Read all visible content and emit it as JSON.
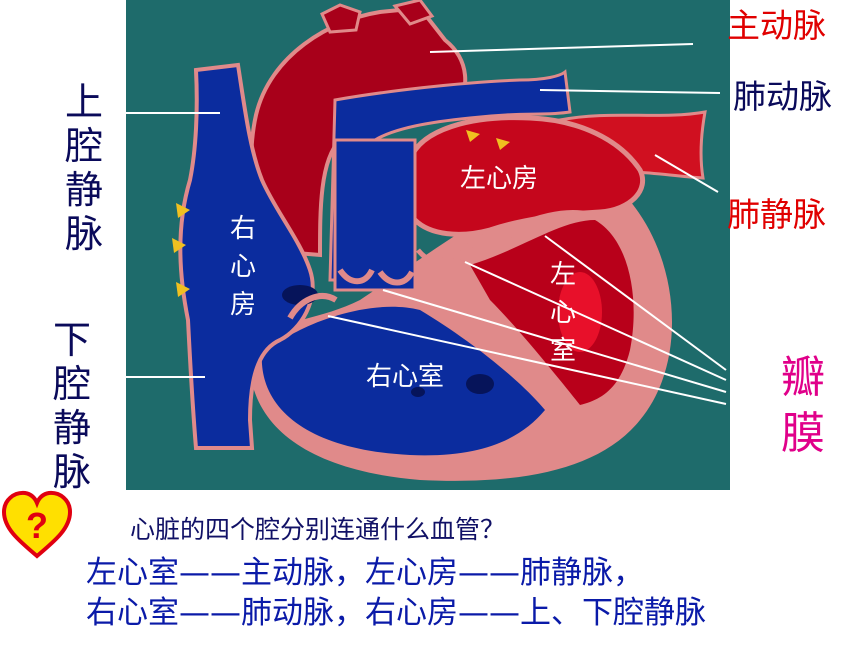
{
  "labels": {
    "aorta": "主动脉",
    "pulmonary_artery": "肺动脉",
    "pulmonary_vein": "肺静脉",
    "valve": "瓣膜",
    "superior_vena_cava": "上腔静脉",
    "inferior_vena_cava": "下腔静脉",
    "right_atrium": "右心房",
    "left_atrium": "左心房",
    "left_ventricle": "左心室",
    "right_ventricle": "右心室"
  },
  "question": "心脏的四个腔分别连通什么血管？",
  "answers": [
    "左心室——主动脉，左心房——肺静脉，",
    "右心室——肺动脉，右心房——上、下腔静脉"
  ],
  "colors": {
    "background": "#1e6b6b",
    "venous_blue": "#0b2c9e",
    "arterial_red": "#b8001a",
    "wall_pink": "#e08a8a",
    "label_red": "#e00000",
    "label_navy": "#0a0a5a",
    "valve_magenta": "#e0008a",
    "icon_red": "#e00010",
    "icon_yellow": "#ffe000"
  },
  "icons": [
    "question-heart-icon"
  ]
}
